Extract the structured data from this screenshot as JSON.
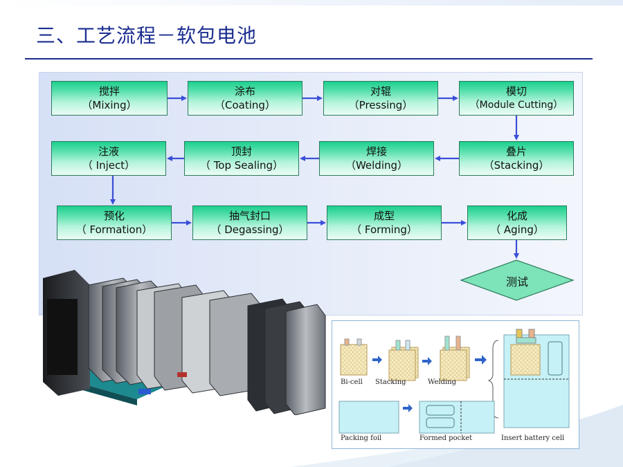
{
  "slide": {
    "title": "三、工艺流程－软包电池"
  },
  "flow": {
    "steps": [
      {
        "id": "mixing",
        "cn": "搅拌",
        "en": "（Mixing）"
      },
      {
        "id": "coating",
        "cn": "涂布",
        "en": "（Coating）"
      },
      {
        "id": "pressing",
        "cn": "对辊",
        "en": "（Pressing）"
      },
      {
        "id": "module-cutting",
        "cn": "模切",
        "en": "（Module Cutting）"
      },
      {
        "id": "stacking",
        "cn": "叠片",
        "en": "（Stacking）"
      },
      {
        "id": "welding",
        "cn": "焊接",
        "en": "（Welding）"
      },
      {
        "id": "top-sealing",
        "cn": "顶封",
        "en": "（ Top Sealing）"
      },
      {
        "id": "inject",
        "cn": "注液",
        "en": "（ Inject）"
      },
      {
        "id": "formation",
        "cn": "预化",
        "en": "（ Formation）"
      },
      {
        "id": "degassing",
        "cn": "抽气封口",
        "en": "（ Degassing）"
      },
      {
        "id": "forming",
        "cn": "成型",
        "en": "（ Forming）"
      },
      {
        "id": "aging",
        "cn": "化成",
        "en": "（ Aging）"
      }
    ],
    "test_label": "测试"
  },
  "pouch_diagram": {
    "labels": {
      "bicell": "Bi-cell",
      "stacking": "Stacking",
      "welding": "Welding",
      "packing_foil": "Packing foil",
      "formed_pocket": "Formed pocket",
      "insert_battery_cell": "Insert battery cell"
    }
  },
  "colors": {
    "title": "#1a2d8f",
    "arrow": "#3a4fd8",
    "step_border": "#2b7a5c",
    "diamond_fill": "#7de3b8",
    "foil_fill": "#c6f1f6"
  }
}
